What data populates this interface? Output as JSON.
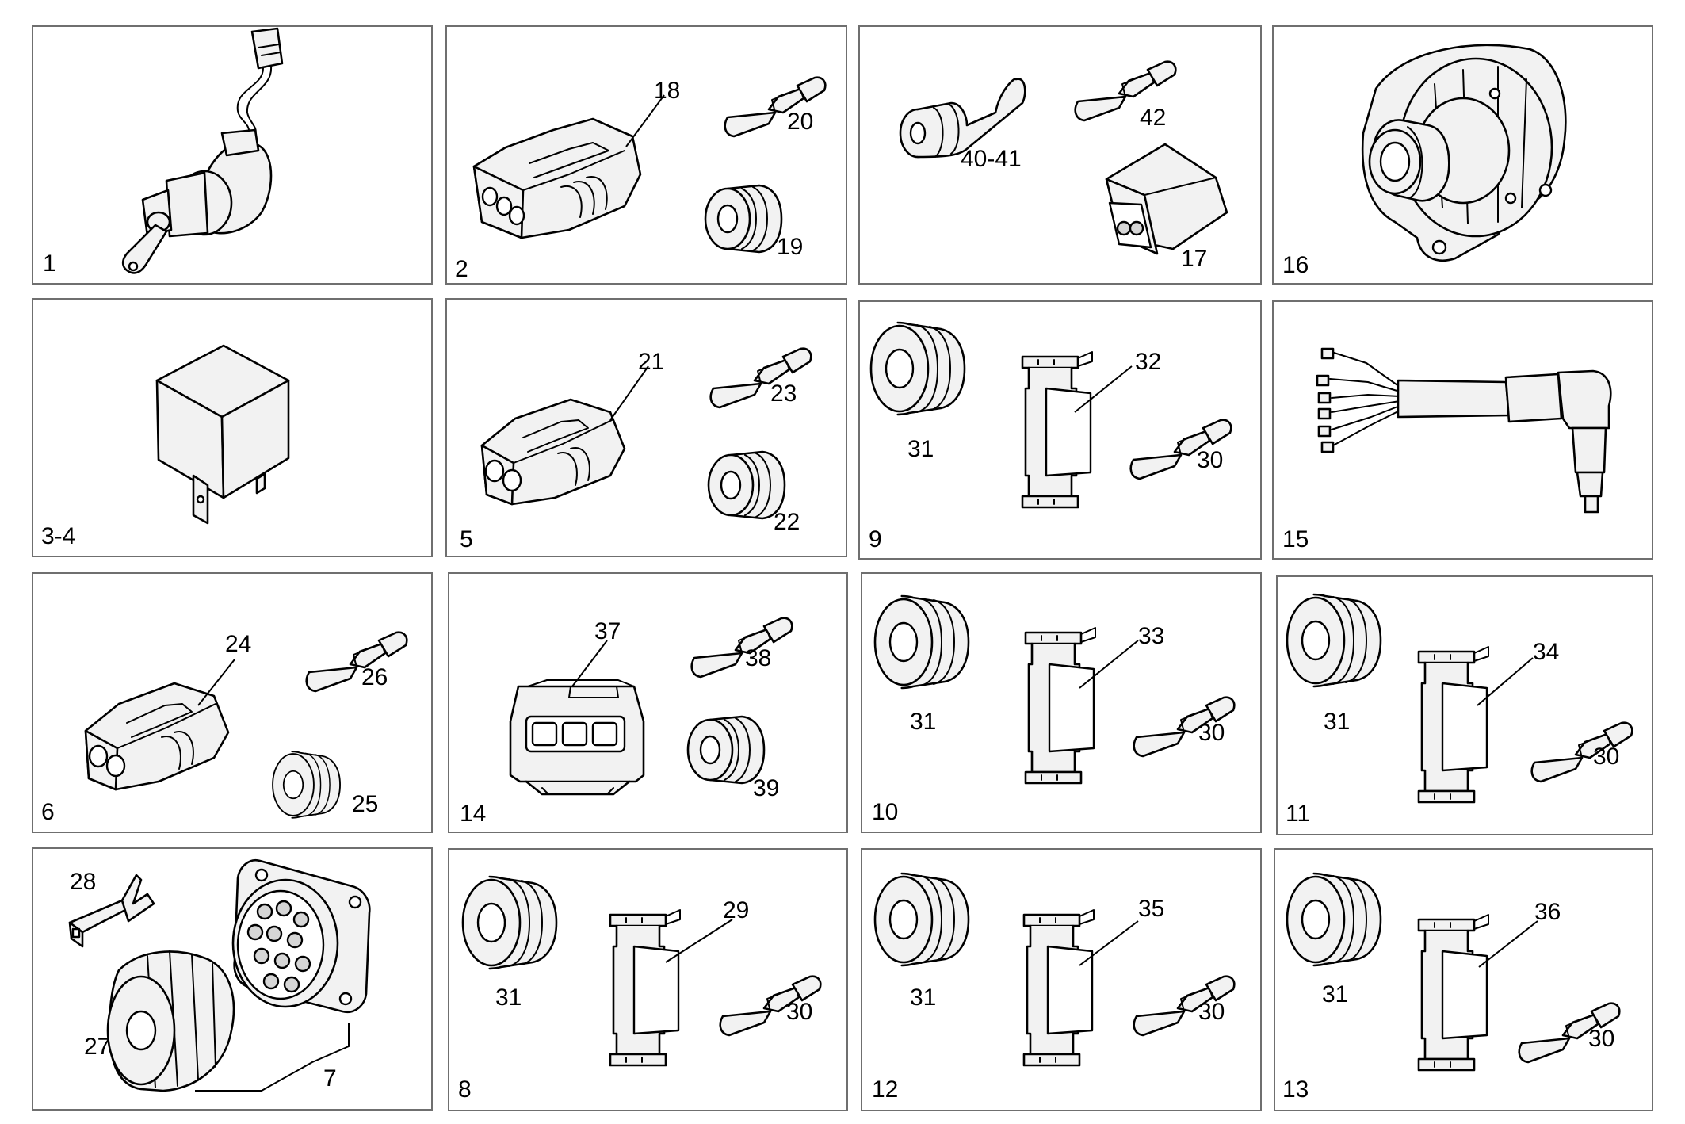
{
  "panels": [
    {
      "id": "p1",
      "label": "1",
      "callouts": []
    },
    {
      "id": "p2",
      "label": "2",
      "callouts": [
        "18",
        "20",
        "19"
      ]
    },
    {
      "id": "p17",
      "label": "17",
      "callouts": [
        "40-41",
        "42"
      ]
    },
    {
      "id": "p16",
      "label": "16",
      "callouts": []
    },
    {
      "id": "p34",
      "label": "3-4",
      "callouts": []
    },
    {
      "id": "p5",
      "label": "5",
      "callouts": [
        "21",
        "23",
        "22"
      ]
    },
    {
      "id": "p9",
      "label": "9",
      "callouts": [
        "31",
        "32",
        "30"
      ]
    },
    {
      "id": "p15",
      "label": "15",
      "callouts": []
    },
    {
      "id": "p6",
      "label": "6",
      "callouts": [
        "24",
        "26",
        "25"
      ]
    },
    {
      "id": "p14",
      "label": "14",
      "callouts": [
        "37",
        "38",
        "39"
      ]
    },
    {
      "id": "p10",
      "label": "10",
      "callouts": [
        "31",
        "33",
        "30"
      ]
    },
    {
      "id": "p11",
      "label": "11",
      "callouts": [
        "31",
        "34",
        "30"
      ]
    },
    {
      "id": "p7",
      "label": "7",
      "callouts": [
        "28",
        "27"
      ]
    },
    {
      "id": "p8",
      "label": "8",
      "callouts": [
        "31",
        "29",
        "30"
      ]
    },
    {
      "id": "p12",
      "label": "12",
      "callouts": [
        "31",
        "35",
        "30"
      ]
    },
    {
      "id": "p13",
      "label": "13",
      "callouts": [
        "31",
        "36",
        "30"
      ]
    }
  ]
}
